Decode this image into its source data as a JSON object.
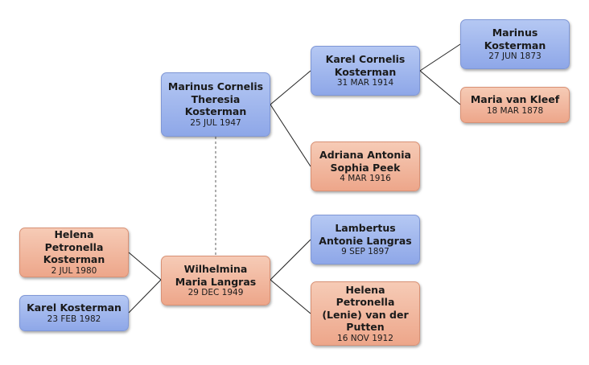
{
  "people": {
    "marinus_cornelis": {
      "name": "Marinus Cornelis Theresia Kosterman",
      "date": "25 JUL 1947",
      "sex": "male"
    },
    "karel_cornelis": {
      "name": "Karel Cornelis Kosterman",
      "date": "31 MAR 1914",
      "sex": "male"
    },
    "marinus": {
      "name": "Marinus Kosterman",
      "date": "27 JUN 1873",
      "sex": "male"
    },
    "maria": {
      "name": "Maria van Kleef",
      "date": "18 MAR 1878",
      "sex": "female"
    },
    "adriana": {
      "name": "Adriana Antonia Sophia Peek",
      "date": "4 MAR 1916",
      "sex": "female"
    },
    "wilhelmina": {
      "name": "Wilhelmina Maria Langras",
      "date": "29 DEC 1949",
      "sex": "female"
    },
    "lambertus": {
      "name": "Lambertus Antonie Langras",
      "date": "9 SEP 1897",
      "sex": "male"
    },
    "helena_lenie": {
      "name": "Helena Petronella (Lenie) van der Putten",
      "date": "16 NOV 1912",
      "sex": "female"
    },
    "helena": {
      "name": "Helena Petronella Kosterman",
      "date": "2 JUL 1980",
      "sex": "female"
    },
    "karel": {
      "name": "Karel Kosterman",
      "date": "23 FEB 1982",
      "sex": "male"
    }
  },
  "colors": {
    "male": "#9fb6ee",
    "female": "#f1b79c",
    "line": "#222222",
    "spouse_line": "#777777"
  }
}
